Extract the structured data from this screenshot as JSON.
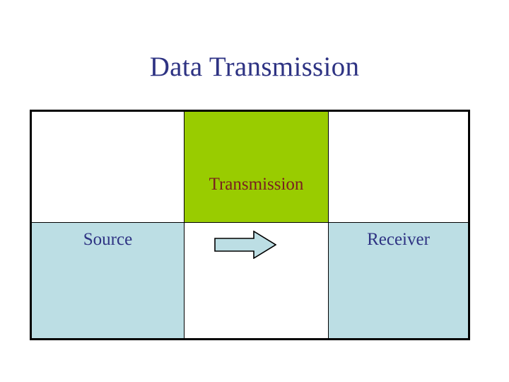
{
  "slide": {
    "title": "Data Transmission"
  },
  "diagram": {
    "name": "data-transmission-flow",
    "colors": {
      "title_text": "#2e3383",
      "transmission_fill": "#99cc00",
      "transmission_text": "#7a2020",
      "endpoint_fill": "#bcdee4",
      "endpoint_text": "#2e3383",
      "arrow_fill": "#bcdee4",
      "arrow_stroke": "#000000",
      "border": "#000000",
      "empty_fill": "#ffffff"
    },
    "rows": [
      {
        "cells": [
          {
            "label": "",
            "fill": "empty"
          },
          {
            "label": "Transmission",
            "fill": "transmission"
          },
          {
            "label": "",
            "fill": "empty"
          }
        ]
      },
      {
        "cells": [
          {
            "label": "Source",
            "fill": "endpoint"
          },
          {
            "label": "",
            "fill": "empty",
            "icon": "right-arrow-icon"
          },
          {
            "label": "Receiver",
            "fill": "endpoint"
          }
        ]
      }
    ],
    "labels": {
      "transmission": "Transmission",
      "source": "Source",
      "receiver": "Receiver"
    },
    "arrow": {
      "icon": "right-arrow-icon",
      "direction": "right"
    }
  }
}
